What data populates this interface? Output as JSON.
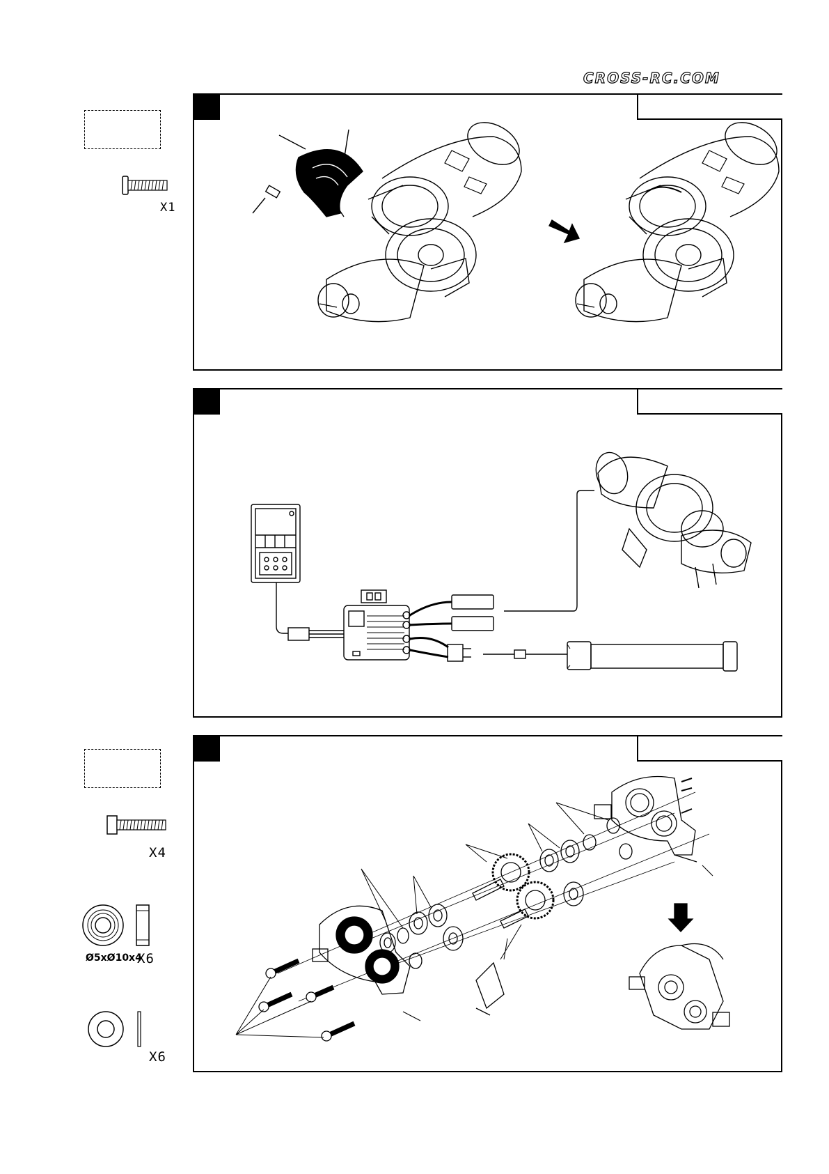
{
  "header": {
    "brand_logo_text": "CROSS-RC.COM"
  },
  "parts_column": {
    "step1": {
      "screw_qty": "X1"
    },
    "step3": {
      "screw_qty": "X4",
      "bearing_size": "Ø5xØ10x4",
      "bearing_qty": "X6",
      "washer_qty": "X6"
    }
  },
  "colors": {
    "line": "#000000",
    "panel_corner": "#000000",
    "background": "#ffffff"
  }
}
